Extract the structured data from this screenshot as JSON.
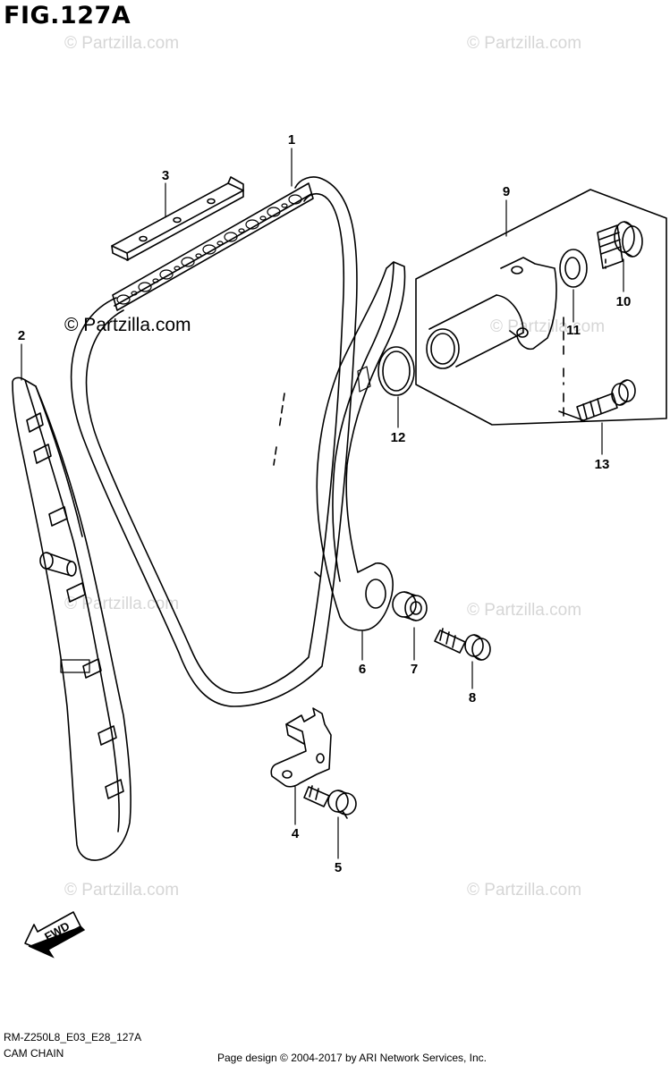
{
  "figure": {
    "title": "FIG.127A",
    "model_code": "RM-Z250L8_E03_E28_127A",
    "section_name": "CAM CHAIN",
    "copyright": "Page design © 2004-2017 by ARI Network Services, Inc."
  },
  "watermark": {
    "text": "© Partzilla.com",
    "color": "#d6d6d6"
  },
  "fwd_label": "FWD",
  "callouts": [
    "1",
    "2",
    "3",
    "4",
    "5",
    "6",
    "7",
    "8",
    "9",
    "10",
    "11",
    "12",
    "13"
  ]
}
